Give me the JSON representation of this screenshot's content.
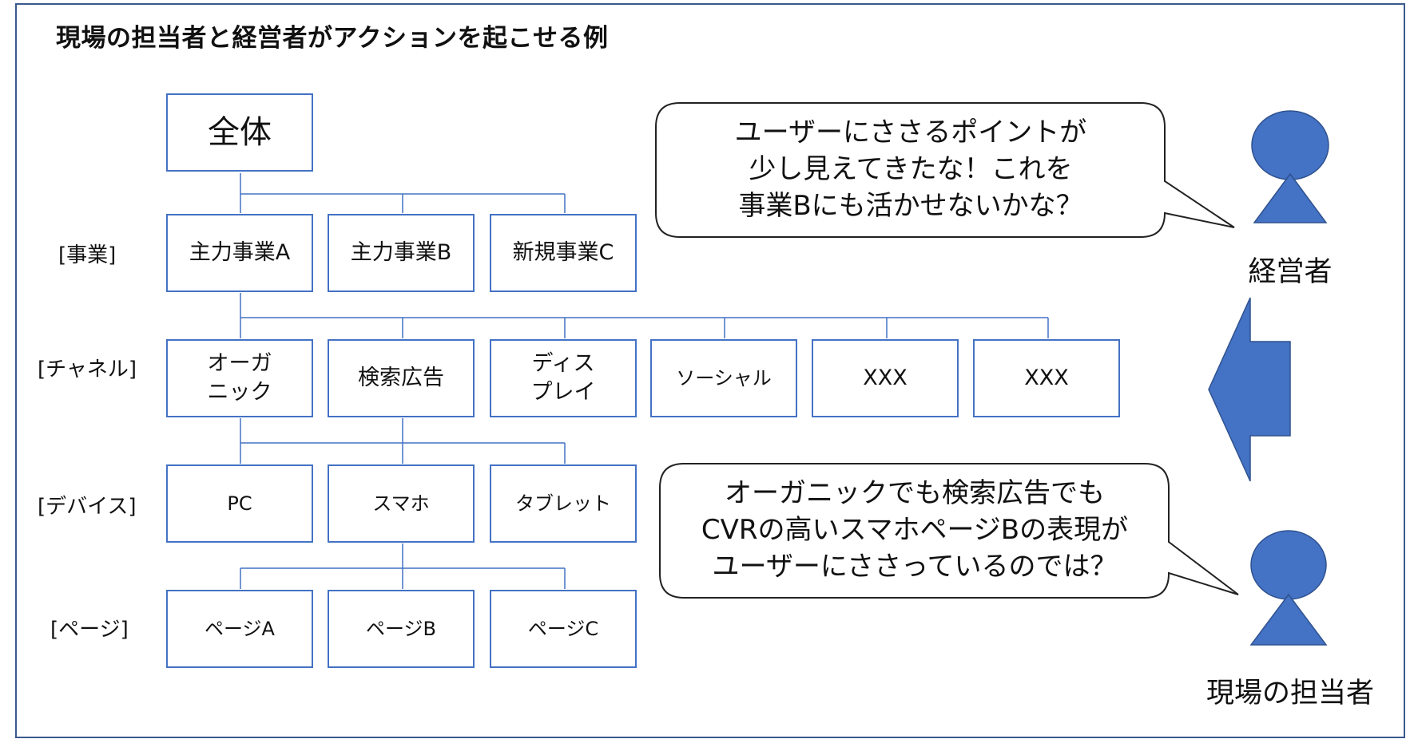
{
  "title": "現場の担当者と経営者がアクションを起こせる例",
  "row_labels": {
    "business": "[事業]",
    "channel": "[チャネル]",
    "device": "[デバイス]",
    "page": "[ページ]"
  },
  "tree": {
    "root": "全体",
    "business": [
      "主力事業A",
      "主力事業B",
      "新規事業C"
    ],
    "channel": [
      "オーガ\nニック",
      "検索広告",
      "ディス\nプレイ",
      "ソーシャル",
      "XXX",
      "XXX"
    ],
    "device": [
      "PC",
      "スマホ",
      "タブレット"
    ],
    "page": [
      "ページA",
      "ページB",
      "ページC"
    ]
  },
  "manager": {
    "label": "経営者",
    "speech": "ユーザーにささるポイントが\n少し見えてきたな！これを\n事業Bにも活かせないかな？"
  },
  "staff": {
    "label": "現場の担当者",
    "speech": "オーガニックでも検索広告でも\nCVRの高いスマホページBの表現が\nユーザーにささっているのでは？"
  },
  "colors": {
    "box_border": "#4472c4",
    "connector": "#4472c4",
    "person_fill": "#4472c4",
    "arrow_fill": "#4472c4",
    "frame_border": "#3a5a8c"
  }
}
